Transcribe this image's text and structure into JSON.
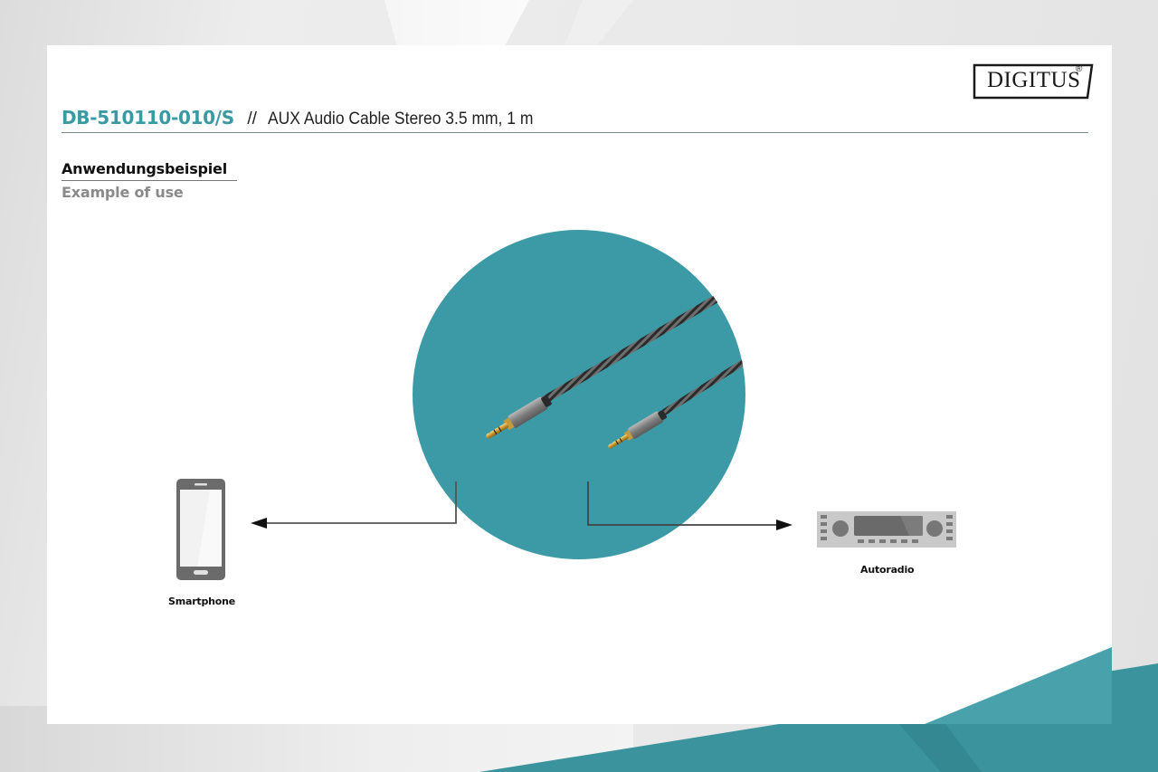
{
  "brand": {
    "logo_text": "DIGITUS",
    "registered_mark": "®"
  },
  "header": {
    "sku": "DB-510110-010/S",
    "separator": "//",
    "product_name": "AUX Audio Cable Stereo 3.5 mm, 1 m"
  },
  "section": {
    "heading_de": "Anwendungsbeispiel",
    "heading_en": "Example of use"
  },
  "diagram": {
    "center_image": "audio-cable-3.5mm-jacks",
    "left_device": {
      "icon": "smartphone-icon",
      "label": "Smartphone"
    },
    "right_device": {
      "icon": "car-radio-icon",
      "label": "Autoradio"
    }
  },
  "colors": {
    "accent_teal": "#3a9aa4",
    "text_dark": "#222222",
    "text_gray": "#8a8a8a",
    "icon_gray": "#6b6b6b"
  }
}
